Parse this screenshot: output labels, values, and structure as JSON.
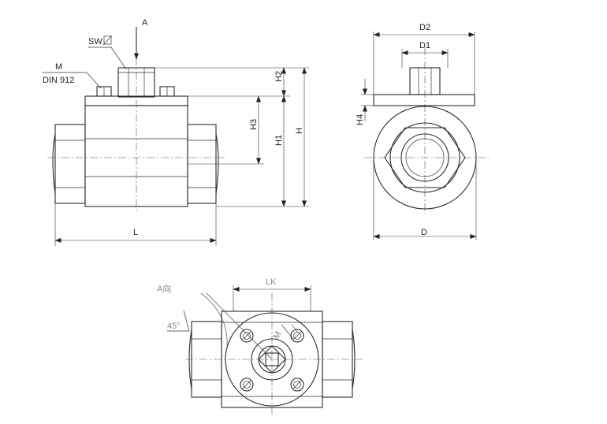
{
  "labels": {
    "arrow_a": "A",
    "sw": "SW",
    "m": "M",
    "din": "DIN 912",
    "h2": "H2",
    "h3": "H3",
    "h1": "H1",
    "h": "H",
    "l": "L",
    "d2": "D2",
    "d1": "D1",
    "h4": "H4",
    "d": "D",
    "view_a": "A向",
    "lk": "LK",
    "angle": "45°",
    "m_small": "M"
  }
}
